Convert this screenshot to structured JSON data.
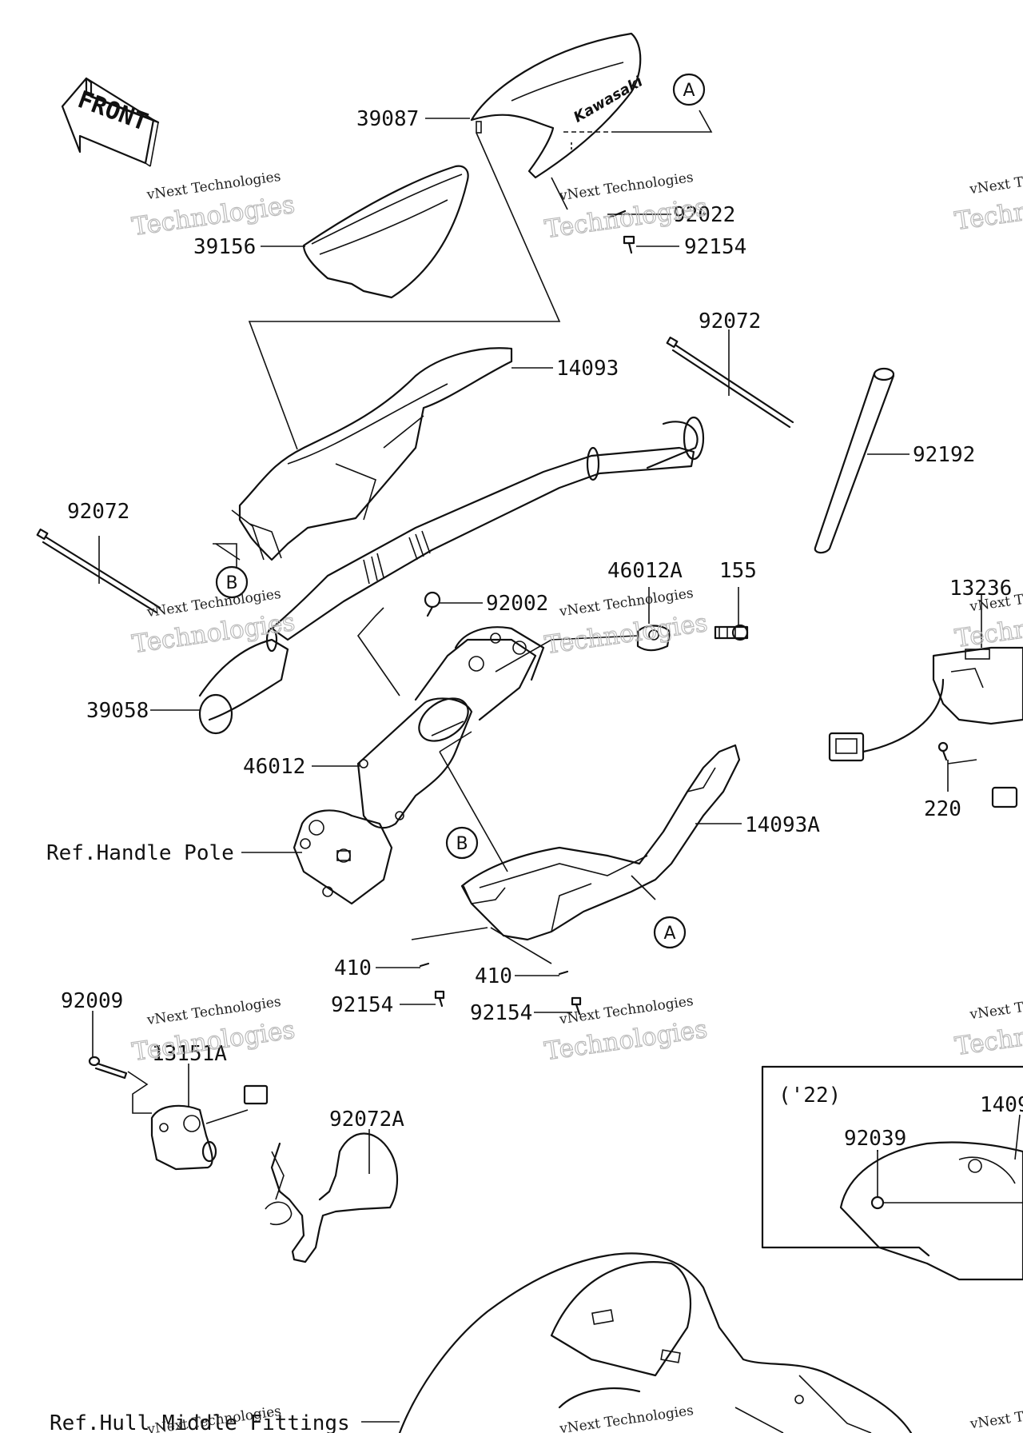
{
  "orientation": {
    "front_label": "FRONT"
  },
  "part_numbers": {
    "p39087": "39087",
    "p39156": "39156",
    "p92022": "92022",
    "p92154_top": "92154",
    "p92072_top": "92072",
    "p14093": "14093",
    "p92192": "92192",
    "p92072_left": "92072",
    "p92002": "92002",
    "p46012A": "46012A",
    "p155": "155",
    "p13236": "13236",
    "p39058": "39058",
    "p46012": "46012",
    "p220": "220",
    "p14093A": "14093A",
    "p410_left": "410",
    "p410_right": "410",
    "p92154_left": "92154",
    "p92154_right": "92154",
    "p92009": "92009",
    "p13151A": "13151A",
    "p92072A": "92072A",
    "p92039": "92039",
    "p1409": "1409"
  },
  "references": {
    "handle_pole": "Ref.Handle Pole",
    "hull_fittings": "Ref.Hull Middle Fittings"
  },
  "callouts": {
    "A": "A",
    "B": "B"
  },
  "inset": {
    "year_label": "('22)"
  },
  "brand": {
    "cover_logo": "Kawasaki"
  },
  "watermark": {
    "line1": "vNext Technologies",
    "line2": "Technologies",
    "line_next": "vNext"
  }
}
